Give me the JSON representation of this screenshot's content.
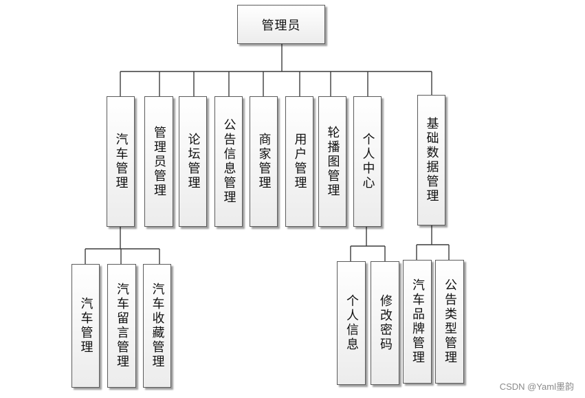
{
  "root": {
    "label": "管理员"
  },
  "level1": [
    {
      "label": "汽车管理"
    },
    {
      "label": "管理员管理"
    },
    {
      "label": "论坛管理"
    },
    {
      "label": "公告信息管理"
    },
    {
      "label": "商家管理"
    },
    {
      "label": "用户管理"
    },
    {
      "label": "轮播图管理"
    },
    {
      "label": "个人中心"
    },
    {
      "label": "基础数据管理"
    }
  ],
  "car_children": [
    {
      "label": "汽车管理"
    },
    {
      "label": "汽车留言管理"
    },
    {
      "label": "汽车收藏管理"
    }
  ],
  "personal_children": [
    {
      "label": "个人信息"
    },
    {
      "label": "修改密码"
    }
  ],
  "basedata_children": [
    {
      "label": "汽车品牌管理"
    },
    {
      "label": "公告类型管理"
    }
  ],
  "watermark": "CSDN @Yaml墨韵"
}
